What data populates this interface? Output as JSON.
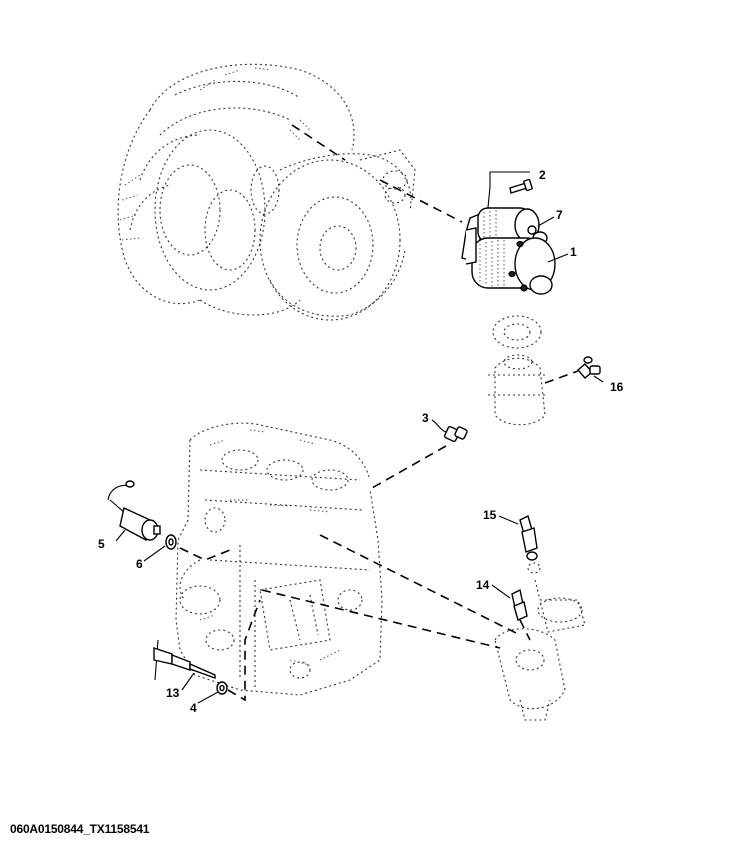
{
  "callouts": {
    "c1": "1",
    "c2": "2",
    "c3": "3",
    "c4": "4",
    "c5": "5",
    "c6": "6",
    "c7": "7",
    "c13": "13",
    "c14": "14",
    "c15": "15",
    "c16": "16"
  },
  "figure_id": "060A0150844_TX1158541"
}
